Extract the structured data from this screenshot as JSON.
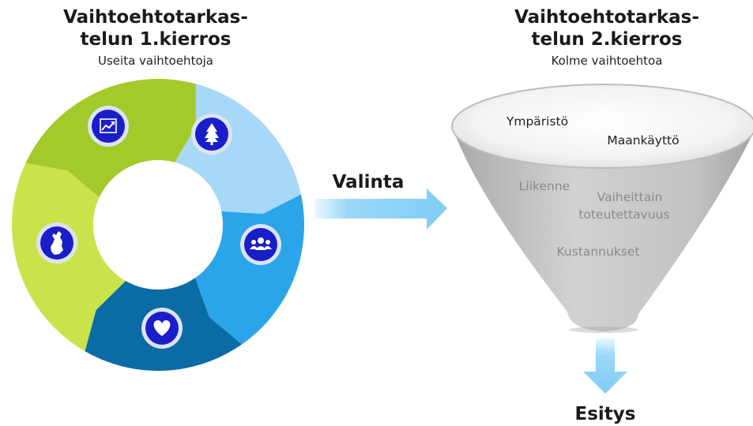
{
  "left": {
    "title_line1": "Vaihtoehtotarkas-",
    "title_line2": "telun 1.kierros",
    "subtitle": "Useita vaihtoehtoja",
    "icons": [
      "chart-up-icon",
      "tree-icon",
      "people-group-icon",
      "heart-icon",
      "finland-map-icon"
    ]
  },
  "middle": {
    "arrow_label": "Valinta"
  },
  "right": {
    "title_line1": "Vaihtoehtotarkas-",
    "title_line2": "telun 2.kierros",
    "subtitle": "Kolme vaihtoehtoa",
    "funnel_top_items": [
      "Ympäristö",
      "Maankäyttö"
    ],
    "funnel_inner_items": [
      "Liikenne",
      "Vaiheittain",
      "toteutettavuus",
      "Kustannukset"
    ],
    "output_label": "Esitys"
  },
  "colors": {
    "ring_lime": "#cbe34a",
    "ring_green": "#a4c92a",
    "ring_lightblue": "#a8d8f7",
    "ring_blue": "#2aa5ea",
    "ring_darkblue": "#0a6ba5",
    "icon_circle": "#1a1ec8",
    "funnel_body": "#bdbdbd",
    "arrow": "#8fd3f7"
  }
}
